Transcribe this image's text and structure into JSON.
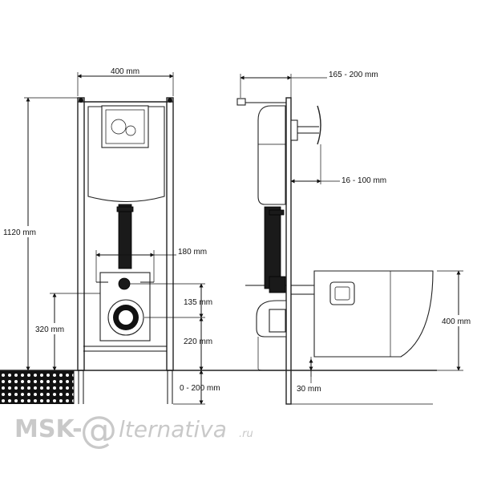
{
  "dimensions": {
    "frame_width": "400 mm",
    "wall_offset": "165 - 200 mm",
    "frame_height": "1120 mm",
    "button_spacing": "16 - 100 mm",
    "bolt_spacing": "180 mm",
    "drain_height": "320 mm",
    "inlet_offset": "135 mm",
    "outlet_height": "220 mm",
    "bowl_height": "400 mm",
    "floor_adjust": "0 - 200 mm",
    "floor_gap": "30 mm"
  },
  "watermark": {
    "left": "MSK-",
    "at": "@",
    "right": "lternativa",
    "suffix": ".ru"
  }
}
